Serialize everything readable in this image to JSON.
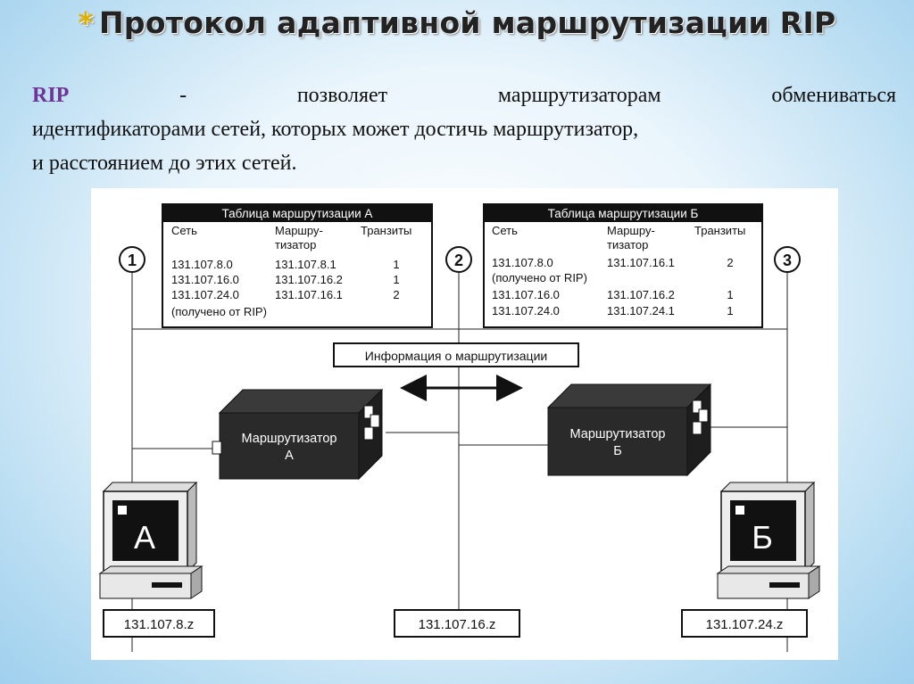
{
  "title": {
    "bullet": "*",
    "text": "Протокол адаптивной маршрутизации RIP"
  },
  "description": {
    "keyword": "RIP",
    "line1_rest": "- позволяет маршрутизаторам обмениваться",
    "line2": "идентификаторами сетей, которых может достичь маршрутизатор,",
    "line3": "и расстоянием до этих сетей."
  },
  "diagram": {
    "segments": [
      "1",
      "2",
      "3"
    ],
    "table_a": {
      "title": "Таблица маршрутизации А",
      "headers": [
        "Сеть",
        "Маршру-",
        "тизатор",
        "Транзиты"
      ],
      "rows": [
        [
          "131.107.8.0",
          "131.107.8.1",
          "1"
        ],
        [
          "131.107.16.0",
          "131.107.16.2",
          "1"
        ],
        [
          "131.107.24.0",
          "131.107.16.1",
          "2"
        ]
      ],
      "note": "(получено от RIP)"
    },
    "table_b": {
      "title": "Таблица маршрутизации Б",
      "headers": [
        "Сеть",
        "Маршру-",
        "тизатор",
        "Транзиты"
      ],
      "rows": [
        [
          "131.107.8.0",
          "131.107.16.1",
          "2"
        ],
        [
          "(получено от RIP)",
          "",
          ""
        ],
        [
          "131.107.16.0",
          "131.107.16.2",
          "1"
        ],
        [
          "131.107.24.0",
          "131.107.24.1",
          "1"
        ]
      ]
    },
    "info_label": "Информация о маршрутизации",
    "router_a": {
      "line1": "Маршрутизатор",
      "line2": "А"
    },
    "router_b": {
      "line1": "Маршрутизатор",
      "line2": "Б"
    },
    "computer_a": "А",
    "computer_b": "Б",
    "addr_left": "131.107.8.z",
    "addr_mid": "131.107.16.z",
    "addr_right": "131.107.24.z"
  }
}
